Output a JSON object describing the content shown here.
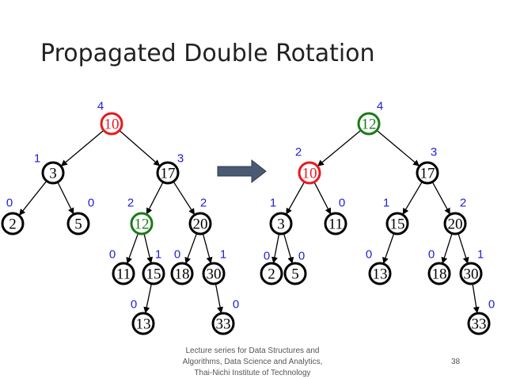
{
  "title": "Propagated Double Rotation",
  "footer": {
    "lines": [
      "Lecture series for Data Structures and",
      "Algorithms, Data Science and Analytics,",
      "Thai-Nichi Institute of Technology"
    ],
    "page_number": "38"
  },
  "colors": {
    "balance_text": "#1f1fd6",
    "red_node": "#e8191f",
    "green_node": "#1a7a1a",
    "arrow_fill": "#4a5a72"
  },
  "trees": [
    {
      "id": "before",
      "nodes": [
        {
          "id": "n10",
          "label": "10",
          "balance": "4",
          "highlight": "red"
        },
        {
          "id": "n3",
          "label": "3",
          "balance": "1"
        },
        {
          "id": "n17",
          "label": "17",
          "balance": "3"
        },
        {
          "id": "n2",
          "label": "2",
          "balance": "0"
        },
        {
          "id": "n5",
          "label": "5",
          "balance": "0"
        },
        {
          "id": "n12",
          "label": "12",
          "balance": "2",
          "highlight": "green"
        },
        {
          "id": "n20",
          "label": "20",
          "balance": "2"
        },
        {
          "id": "n11",
          "label": "11",
          "balance": "0"
        },
        {
          "id": "n15",
          "label": "15",
          "balance": "1"
        },
        {
          "id": "n18",
          "label": "18",
          "balance": "0"
        },
        {
          "id": "n30",
          "label": "30",
          "balance": "1"
        },
        {
          "id": "n13",
          "label": "13",
          "balance": "0"
        },
        {
          "id": "n33",
          "label": "33",
          "balance": "0"
        }
      ],
      "edges": [
        [
          "n10",
          "n3"
        ],
        [
          "n10",
          "n17"
        ],
        [
          "n3",
          "n2"
        ],
        [
          "n3",
          "n5"
        ],
        [
          "n17",
          "n12"
        ],
        [
          "n17",
          "n20"
        ],
        [
          "n12",
          "n11"
        ],
        [
          "n12",
          "n15"
        ],
        [
          "n20",
          "n18"
        ],
        [
          "n20",
          "n30"
        ],
        [
          "n15",
          "n13"
        ],
        [
          "n30",
          "n33"
        ]
      ]
    },
    {
      "id": "after",
      "nodes": [
        {
          "id": "m12",
          "label": "12",
          "balance": "4",
          "highlight": "green"
        },
        {
          "id": "m10",
          "label": "10",
          "balance": "2",
          "highlight": "red"
        },
        {
          "id": "m17",
          "label": "17",
          "balance": "3"
        },
        {
          "id": "m3",
          "label": "3",
          "balance": "1"
        },
        {
          "id": "m11",
          "label": "11",
          "balance": "0"
        },
        {
          "id": "m15",
          "label": "15",
          "balance": "1"
        },
        {
          "id": "m20",
          "label": "20",
          "balance": "2"
        },
        {
          "id": "m2",
          "label": "2",
          "balance": "0"
        },
        {
          "id": "m5",
          "label": "5",
          "balance": "0"
        },
        {
          "id": "m13",
          "label": "13",
          "balance": "0"
        },
        {
          "id": "m18",
          "label": "18",
          "balance": "0"
        },
        {
          "id": "m30",
          "label": "30",
          "balance": "1"
        },
        {
          "id": "m33",
          "label": "33",
          "balance": "0"
        }
      ],
      "edges": [
        [
          "m12",
          "m10"
        ],
        [
          "m12",
          "m17"
        ],
        [
          "m10",
          "m3"
        ],
        [
          "m10",
          "m11"
        ],
        [
          "m17",
          "m15"
        ],
        [
          "m17",
          "m20"
        ],
        [
          "m3",
          "m2"
        ],
        [
          "m3",
          "m5"
        ],
        [
          "m15",
          "m13"
        ],
        [
          "m20",
          "m18"
        ],
        [
          "m20",
          "m30"
        ],
        [
          "m30",
          "m33"
        ]
      ]
    }
  ]
}
